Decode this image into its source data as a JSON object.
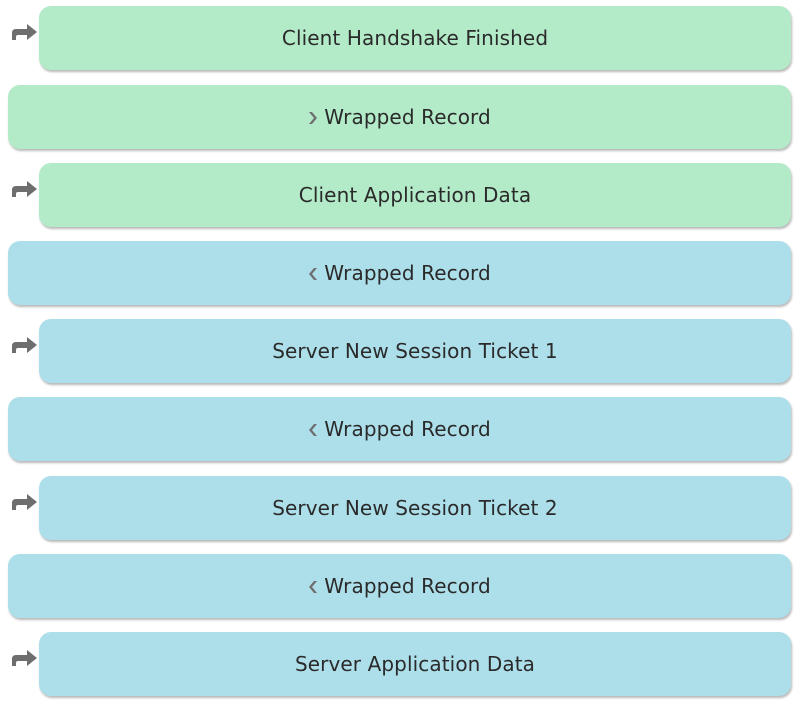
{
  "colors": {
    "client": "#b3ebc9",
    "server": "#addfea",
    "arrow": "#6e6e6e"
  },
  "rows": [
    {
      "label": "Client Handshake Finished",
      "kind": "message",
      "side": "client"
    },
    {
      "label": "Wrapped Record",
      "kind": "record",
      "side": "client",
      "direction": "outgoing"
    },
    {
      "label": "Client Application Data",
      "kind": "message",
      "side": "client"
    },
    {
      "label": "Wrapped Record",
      "kind": "record",
      "side": "server",
      "direction": "incoming"
    },
    {
      "label": "Server New Session Ticket 1",
      "kind": "message",
      "side": "server"
    },
    {
      "label": "Wrapped Record",
      "kind": "record",
      "side": "server",
      "direction": "incoming"
    },
    {
      "label": "Server New Session Ticket 2",
      "kind": "message",
      "side": "server"
    },
    {
      "label": "Wrapped Record",
      "kind": "record",
      "side": "server",
      "direction": "incoming"
    },
    {
      "label": "Server Application Data",
      "kind": "message",
      "side": "server"
    }
  ]
}
